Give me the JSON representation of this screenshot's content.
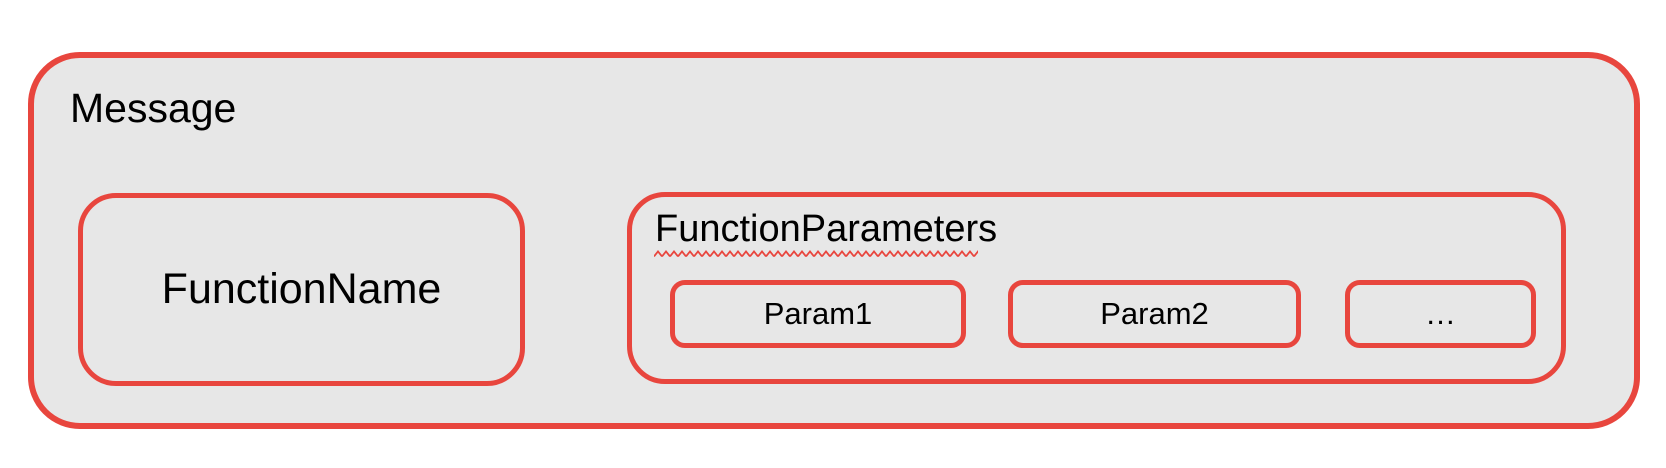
{
  "diagram": {
    "colors": {
      "background": "#ffffff",
      "container_fill": "#e7e7e7",
      "border_red": "#e8463e",
      "text": "#000000"
    },
    "message": {
      "label": "Message"
    },
    "function_name": {
      "label": "FunctionName"
    },
    "function_parameters": {
      "label": "FunctionParameters",
      "has_spellcheck_underline": true,
      "params": [
        {
          "label": "Param1"
        },
        {
          "label": "Param2"
        },
        {
          "label": "…"
        }
      ]
    }
  }
}
